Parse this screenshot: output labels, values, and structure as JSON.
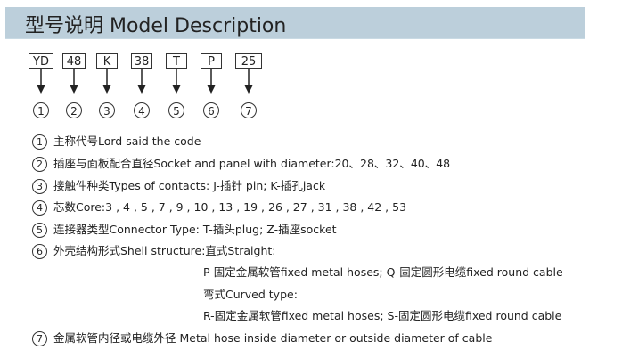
{
  "title": "型号说明 Model Description",
  "code_parts": [
    "YD",
    "48",
    "K",
    "38",
    "T",
    "P",
    "25"
  ],
  "numbers": [
    "1",
    "2",
    "3",
    "4",
    "5",
    "6",
    "7"
  ],
  "items": [
    {
      "n": "1",
      "text": "主称代号Lord said the code"
    },
    {
      "n": "2",
      "text": "插座与面板配合直径Socket and panel with diameter:20、28、32、40、48"
    },
    {
      "n": "3",
      "text": "接触件种类Types of contacts:  J-插针 pin;  K-插孔jack"
    },
    {
      "n": "4",
      "text": "芯数Core:3 , 4 , 5 , 7 , 9 , 10 , 13 , 19 , 26 , 27 , 31 , 38 , 42 , 53"
    },
    {
      "n": "5",
      "text": "连接器类型Connector Type: T-插头plug; Z-插座socket"
    },
    {
      "n": "6",
      "text": "外壳结构形式Shell structure:直式Straight:"
    },
    {
      "n": "",
      "text": "P-固定金属软管fixed metal hoses; Q-固定圆形电缆fixed round cable"
    },
    {
      "n": "",
      "text": "弯式Curved type:"
    },
    {
      "n": "",
      "text": "R-固定金属软管fixed metal hoses; S-固定圆形电缆fixed round cable"
    },
    {
      "n": "7",
      "text": "金属软管内径或电缆外径 Metal hose inside diameter or outside diameter of cable"
    }
  ]
}
